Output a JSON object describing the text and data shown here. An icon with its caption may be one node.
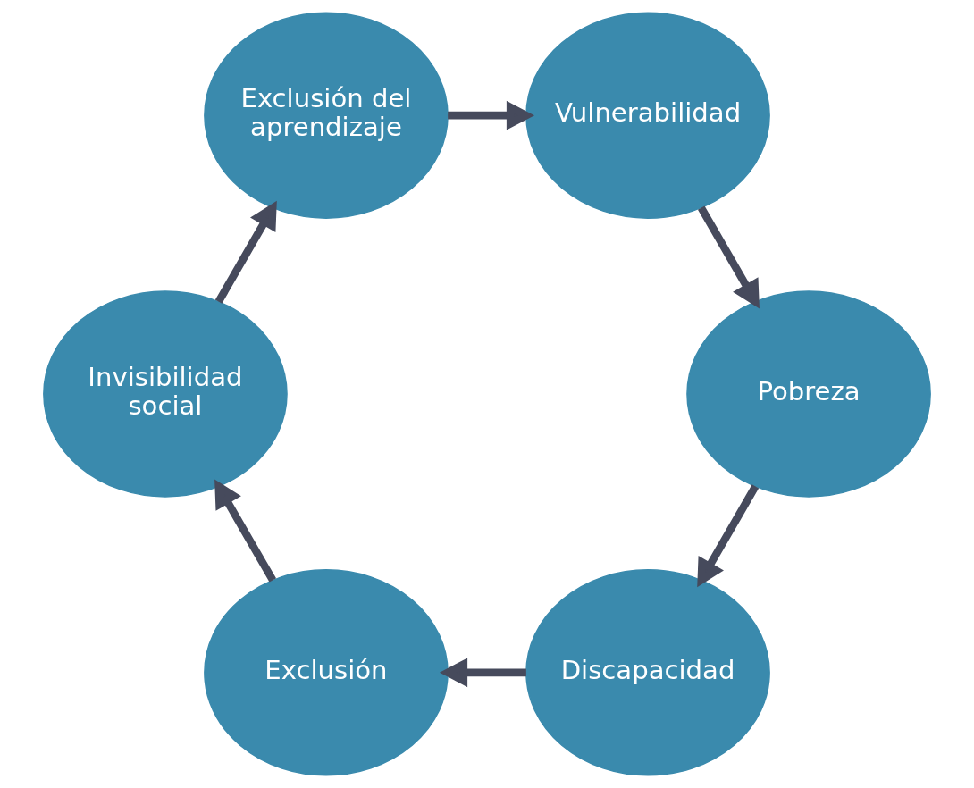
{
  "diagram": {
    "nodes": [
      {
        "text": [
          "Discapacidad"
        ]
      },
      {
        "text": [
          "Exclusión"
        ]
      },
      {
        "text": [
          "Invisibilidad social"
        ]
      },
      {
        "text": [
          "Exclusión del aprendizaje"
        ]
      },
      {
        "text": [
          "Vulnerabilidad"
        ]
      },
      {
        "text": [
          "Pobreza"
        ]
      }
    ],
    "edges": [
      {
        "from": 0,
        "to": 1,
        "arrow": "to"
      },
      {
        "from": 1,
        "to": 2,
        "arrow": "to"
      },
      {
        "from": 2,
        "to": 3,
        "arrow": "to"
      },
      {
        "from": 3,
        "to": 4,
        "arrow": "to"
      },
      {
        "from": 4,
        "to": 5,
        "arrow": "to"
      },
      {
        "from": 5,
        "to": 0,
        "arrow": "to"
      }
    ]
  }
}
